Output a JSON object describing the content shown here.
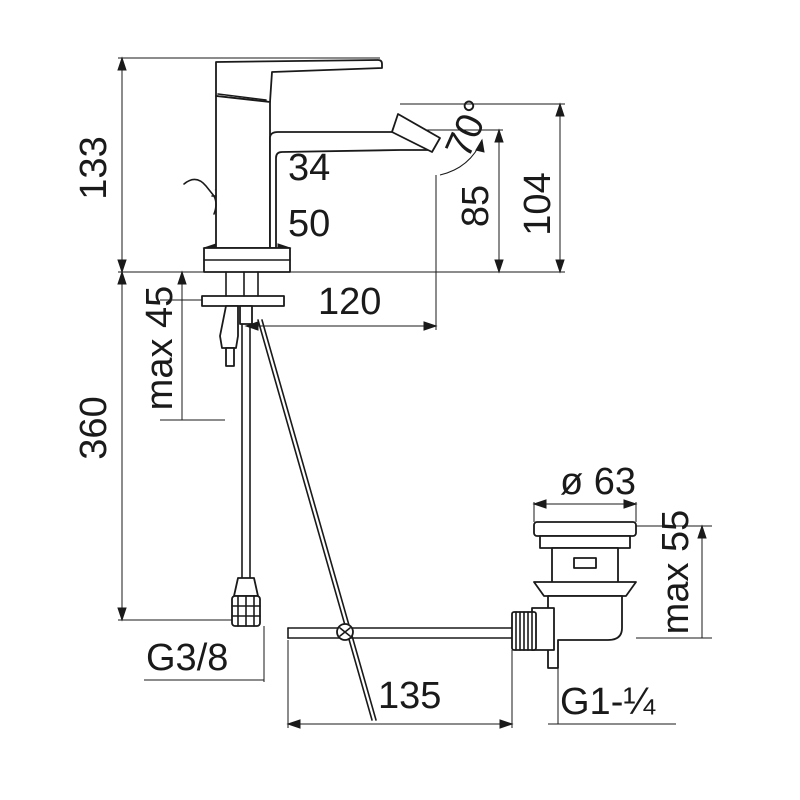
{
  "dimensions": {
    "d133": "133",
    "d34": "34",
    "d50": "50",
    "d85": "85",
    "d104": "104",
    "angle": "70°",
    "d120": "120",
    "max45": "max 45",
    "d360": "360",
    "d63": "ø 63",
    "max55": "max 55",
    "g38": "G3/8",
    "d135": "135",
    "g114": "G1-¼"
  },
  "colors": {
    "line": "#1a1a1a",
    "background": "#ffffff"
  }
}
